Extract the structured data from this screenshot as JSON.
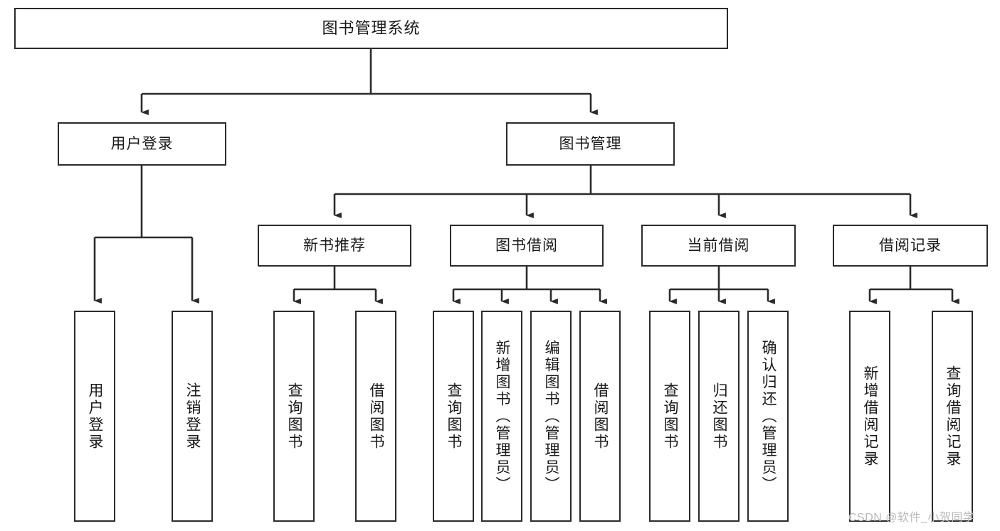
{
  "diagram": {
    "type": "hierarchy-tree",
    "title": "图书管理系统",
    "watermark": "CSDN @软件_小贺同学",
    "colors": {
      "box_border": "#2b2b2b",
      "box_fill": "#ffffff",
      "connector": "#2b2b2b",
      "text": "#1a1a1a",
      "watermark": "#b9b9b9"
    },
    "nodes": {
      "root": {
        "label": "图书管理系统",
        "level": 0
      },
      "l1": [
        {
          "id": "user_login",
          "label": "用户登录",
          "level": 1
        },
        {
          "id": "book_mgmt",
          "label": "图书管理",
          "level": 1
        }
      ],
      "l2": [
        {
          "id": "new_book_rec",
          "label": "新书推荐",
          "level": 2,
          "parent": "book_mgmt"
        },
        {
          "id": "book_borrow",
          "label": "图书借阅",
          "level": 2,
          "parent": "book_mgmt"
        },
        {
          "id": "current_borrow",
          "label": "当前借阅",
          "level": 2,
          "parent": "book_mgmt"
        },
        {
          "id": "borrow_record",
          "label": "借阅记录",
          "level": 2,
          "parent": "book_mgmt"
        }
      ],
      "leaves": [
        {
          "id": "leaf_user_login",
          "label": "用户登录",
          "parent": "user_login"
        },
        {
          "id": "leaf_user_logout",
          "label": "注销登录",
          "parent": "user_login"
        },
        {
          "id": "leaf_query_book_rec",
          "label": "查询图书",
          "parent": "new_book_rec"
        },
        {
          "id": "leaf_borrow_book_rec",
          "label": "借阅图书",
          "parent": "new_book_rec"
        },
        {
          "id": "leaf_query_book_b",
          "label": "查询图书",
          "parent": "book_borrow"
        },
        {
          "id": "leaf_add_book",
          "label": "新增图书（管理员）",
          "parent": "book_borrow"
        },
        {
          "id": "leaf_edit_book",
          "label": "编辑图书（管理员）",
          "parent": "book_borrow"
        },
        {
          "id": "leaf_borrow_book_b",
          "label": "借阅图书",
          "parent": "book_borrow"
        },
        {
          "id": "leaf_query_book_c",
          "label": "查询图书",
          "parent": "current_borrow"
        },
        {
          "id": "leaf_return_book",
          "label": "归还图书",
          "parent": "current_borrow"
        },
        {
          "id": "leaf_confirm_return",
          "label": "确认归还（管理员）",
          "parent": "current_borrow"
        },
        {
          "id": "leaf_add_record",
          "label": "新增借阅记录",
          "parent": "borrow_record"
        },
        {
          "id": "leaf_query_record",
          "label": "查询借阅记录",
          "parent": "borrow_record"
        }
      ]
    }
  }
}
